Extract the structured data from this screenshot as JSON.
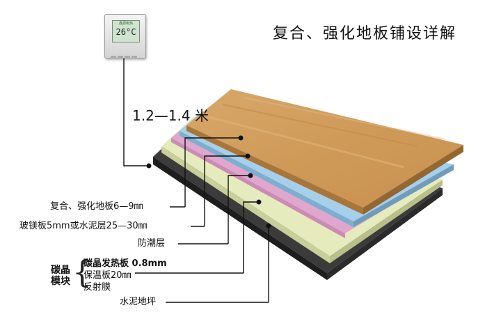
{
  "title": "复合、强化地板铺设详解",
  "dimension": "1.2—1.4 米",
  "thermostat": {
    "brand": "鑫源电热",
    "temperature": "26°C"
  },
  "layers": [
    {
      "label": "复合、强化地板6—9㎜",
      "color": "#d4a264"
    },
    {
      "label": "玻镁板5mm或水泥层25—30㎜",
      "color": "#a5cfea"
    },
    {
      "label": "防潮层",
      "color": "#e0a6cd"
    },
    {
      "label": "碳晶发热板 0.8mm",
      "color": "#e6ebbd"
    },
    {
      "label": "保温板20㎜",
      "color": "#e6ebbd"
    },
    {
      "label": "反射膜",
      "color": "#e6ebbd"
    },
    {
      "label": "水泥地坪",
      "color": "#3b3b3b"
    }
  ],
  "group_label": "碳晶模块"
}
